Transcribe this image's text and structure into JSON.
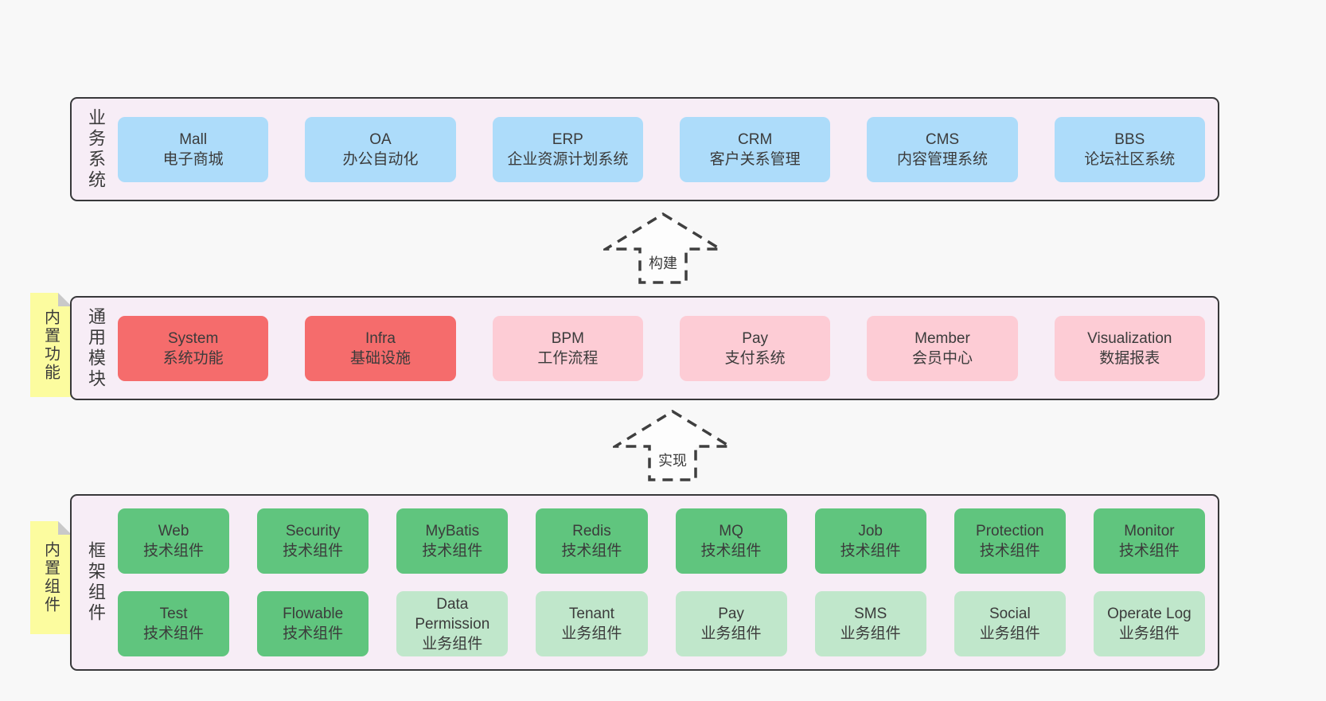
{
  "colors": {
    "page_bg": "#f8f8f8",
    "panel_bg": "#f7edf6",
    "border": "#38383a",
    "text": "#3b3b3b",
    "blue": "#addcfa",
    "red": "#f56c6c",
    "pink": "#fdccd5",
    "green": "#60c57e",
    "green_light": "#c0e7cb",
    "note_yellow": "#fcfc9f",
    "note_fold": "#c9c9c9",
    "arrow": "#3f3f3f",
    "arrow_fill": "#fdfdfd"
  },
  "layers": {
    "business": {
      "label": "业务系统",
      "boxes": [
        {
          "title": "Mall",
          "subtitle": "电子商城"
        },
        {
          "title": "OA",
          "subtitle": "办公自动化"
        },
        {
          "title": "ERP",
          "subtitle": "企业资源计划系统"
        },
        {
          "title": "CRM",
          "subtitle": "客户关系管理"
        },
        {
          "title": "CMS",
          "subtitle": "内容管理系统"
        },
        {
          "title": "BBS",
          "subtitle": "论坛社区系统"
        }
      ]
    },
    "modules": {
      "label": "通用模块",
      "note": "内置功能",
      "boxes": [
        {
          "title": "System",
          "subtitle": "系统功能"
        },
        {
          "title": "Infra",
          "subtitle": "基础设施"
        },
        {
          "title": "BPM",
          "subtitle": "工作流程"
        },
        {
          "title": "Pay",
          "subtitle": "支付系统"
        },
        {
          "title": "Member",
          "subtitle": "会员中心"
        },
        {
          "title": "Visualization",
          "subtitle": "数据报表"
        }
      ]
    },
    "components": {
      "label": "框架组件",
      "note": "内置组件",
      "row1": [
        {
          "title": "Web",
          "subtitle": "技术组件"
        },
        {
          "title": "Security",
          "subtitle": "技术组件"
        },
        {
          "title": "MyBatis",
          "subtitle": "技术组件"
        },
        {
          "title": "Redis",
          "subtitle": "技术组件"
        },
        {
          "title": "MQ",
          "subtitle": "技术组件"
        },
        {
          "title": "Job",
          "subtitle": "技术组件"
        },
        {
          "title": "Protection",
          "subtitle": "技术组件"
        },
        {
          "title": "Monitor",
          "subtitle": "技术组件"
        }
      ],
      "row2": [
        {
          "title": "Test",
          "subtitle": "技术组件"
        },
        {
          "title": "Flowable",
          "subtitle": "技术组件"
        },
        {
          "title": "Data Permission",
          "subtitle": "业务组件"
        },
        {
          "title": "Tenant",
          "subtitle": "业务组件"
        },
        {
          "title": "Pay",
          "subtitle": "业务组件"
        },
        {
          "title": "SMS",
          "subtitle": "业务组件"
        },
        {
          "title": "Social",
          "subtitle": "业务组件"
        },
        {
          "title": "Operate Log",
          "subtitle": "业务组件"
        }
      ]
    }
  },
  "arrows": [
    {
      "label": "构建"
    },
    {
      "label": "实现"
    }
  ]
}
